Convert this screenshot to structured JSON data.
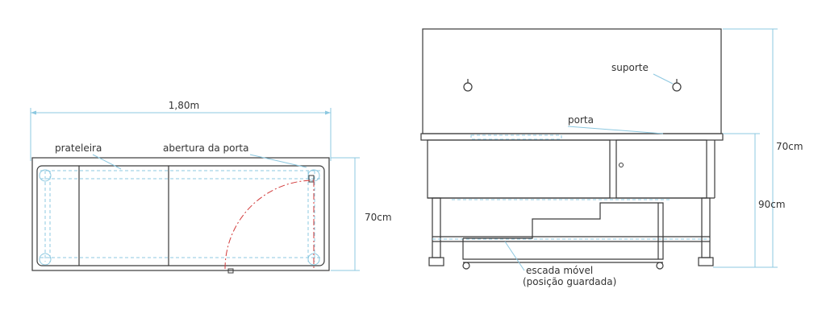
{
  "plan_view": {
    "width_label": "1,80m",
    "depth_label": "70cm",
    "shelf_label": "prateleira",
    "door_opening_label": "abertura da porta"
  },
  "elevation_view": {
    "support_label": "suporte",
    "door_label": "porta",
    "upper_height_label": "70cm",
    "lower_height_label": "90cm",
    "ladder_label_line1": "escada móvel",
    "ladder_label_line2": "(posição guardada)"
  },
  "colors": {
    "line": "#3a3a3a",
    "dimension": "#8cc8e0",
    "door_swing": "#d23a3a",
    "text": "#333333"
  }
}
